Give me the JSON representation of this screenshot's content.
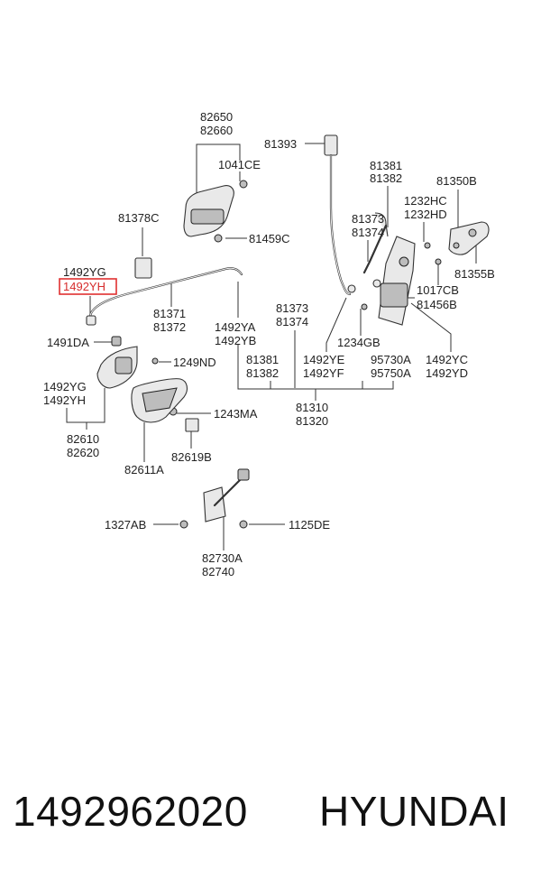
{
  "labels": {
    "l82650": "82650",
    "l82660": "82660",
    "l1041CE": "1041CE",
    "l81393": "81393",
    "l81381a": "81381",
    "l81382a": "81382",
    "l81350B": "81350B",
    "l1232HC": "1232HC",
    "l1232HD": "1232HD",
    "l81373a": "81373",
    "l81374a": "81374",
    "l81378C": "81378C",
    "l81459C": "81459C",
    "l81355B": "81355B",
    "l1492YG_a": "1492YG",
    "l1492YH_a": "1492YH",
    "l1017CB": "1017CB",
    "l81456B": "81456B",
    "l81371": "81371",
    "l81372": "81372",
    "l81373b": "81373",
    "l81374b": "81374",
    "l1491DA": "1491DA",
    "l1492YA": "1492YA",
    "l1492YB": "1492YB",
    "l1234GB": "1234GB",
    "l1249ND": "1249ND",
    "l81381b": "81381",
    "l81382b": "81382",
    "l1492YE": "1492YE",
    "l1492YF": "1492YF",
    "l95730A": "95730A",
    "l95750A": "95750A",
    "l1492YC": "1492YC",
    "l1492YD": "1492YD",
    "l1492YG_b": "1492YG",
    "l1492YH_b": "1492YH",
    "l81310": "81310",
    "l81320": "81320",
    "l1243MA": "1243MA",
    "l82610": "82610",
    "l82620": "82620",
    "l82619B": "82619B",
    "l82611A": "82611A",
    "l1327AB": "1327AB",
    "l1125DE": "1125DE",
    "l82730A": "82730A",
    "l82740": "82740"
  },
  "highlight_color": "#e03030",
  "footer": {
    "part_number": "1492962020",
    "brand": "HYUNDAI"
  }
}
